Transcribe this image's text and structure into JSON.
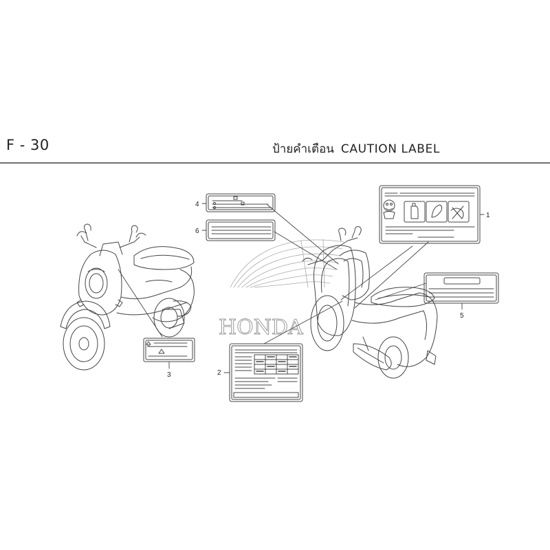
{
  "header": {
    "page_code": "F - 30",
    "title_thai": "ป้ายคำเตือน",
    "title_en": "CAUTION LABEL"
  },
  "watermark": "HONDA",
  "callouts": [
    "1",
    "2",
    "3",
    "4",
    "5",
    "6"
  ],
  "colors": {
    "line": "#444444",
    "rule": "#6f6f6f",
    "watermark": "#9a9a9a"
  }
}
